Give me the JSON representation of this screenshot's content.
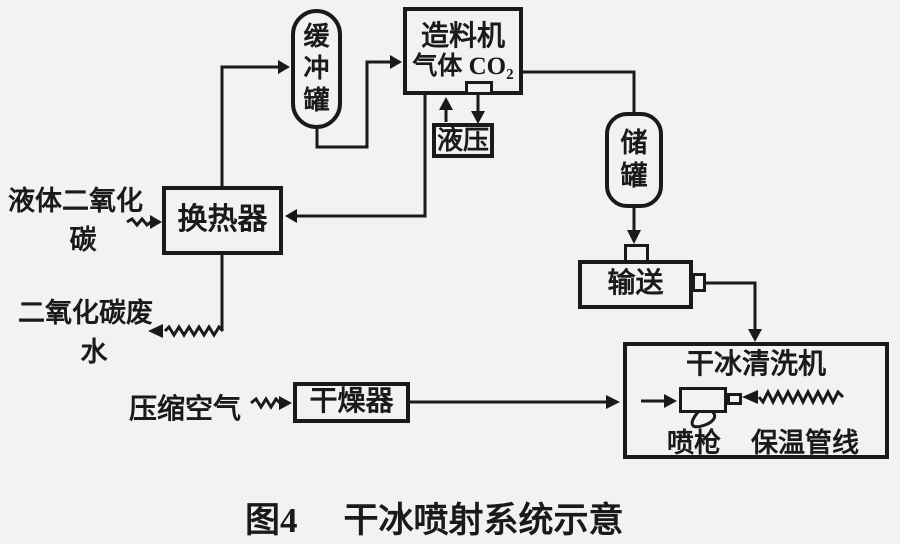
{
  "colors": {
    "ink": "#1a1a1a",
    "paper": "#f2f2f2"
  },
  "caption": {
    "figure_no": "图4",
    "title": "干冰喷射系统示意"
  },
  "nodes": {
    "buffer_tank": {
      "label": "缓冲罐"
    },
    "pelletizer": {
      "title": "造料机",
      "subtitle": "气体 CO₂"
    },
    "hydraulic": {
      "label": "液压"
    },
    "heat_exchanger": {
      "label": "换热器"
    },
    "storage_tank": {
      "label": "储罐"
    },
    "conveyor": {
      "label": "输送"
    },
    "dryer": {
      "label": "干燥器"
    },
    "cleaner": {
      "title": "干冰清洗机",
      "gun": "喷枪",
      "insulated_line": "保温管线"
    }
  },
  "stream_labels": {
    "liquid_co2_line1": "液体二氧化",
    "liquid_co2_line2": "碳",
    "co2_waste_line1": "二氧化碳废",
    "co2_waste_line2": "水",
    "compressed_air": "压缩空气"
  }
}
